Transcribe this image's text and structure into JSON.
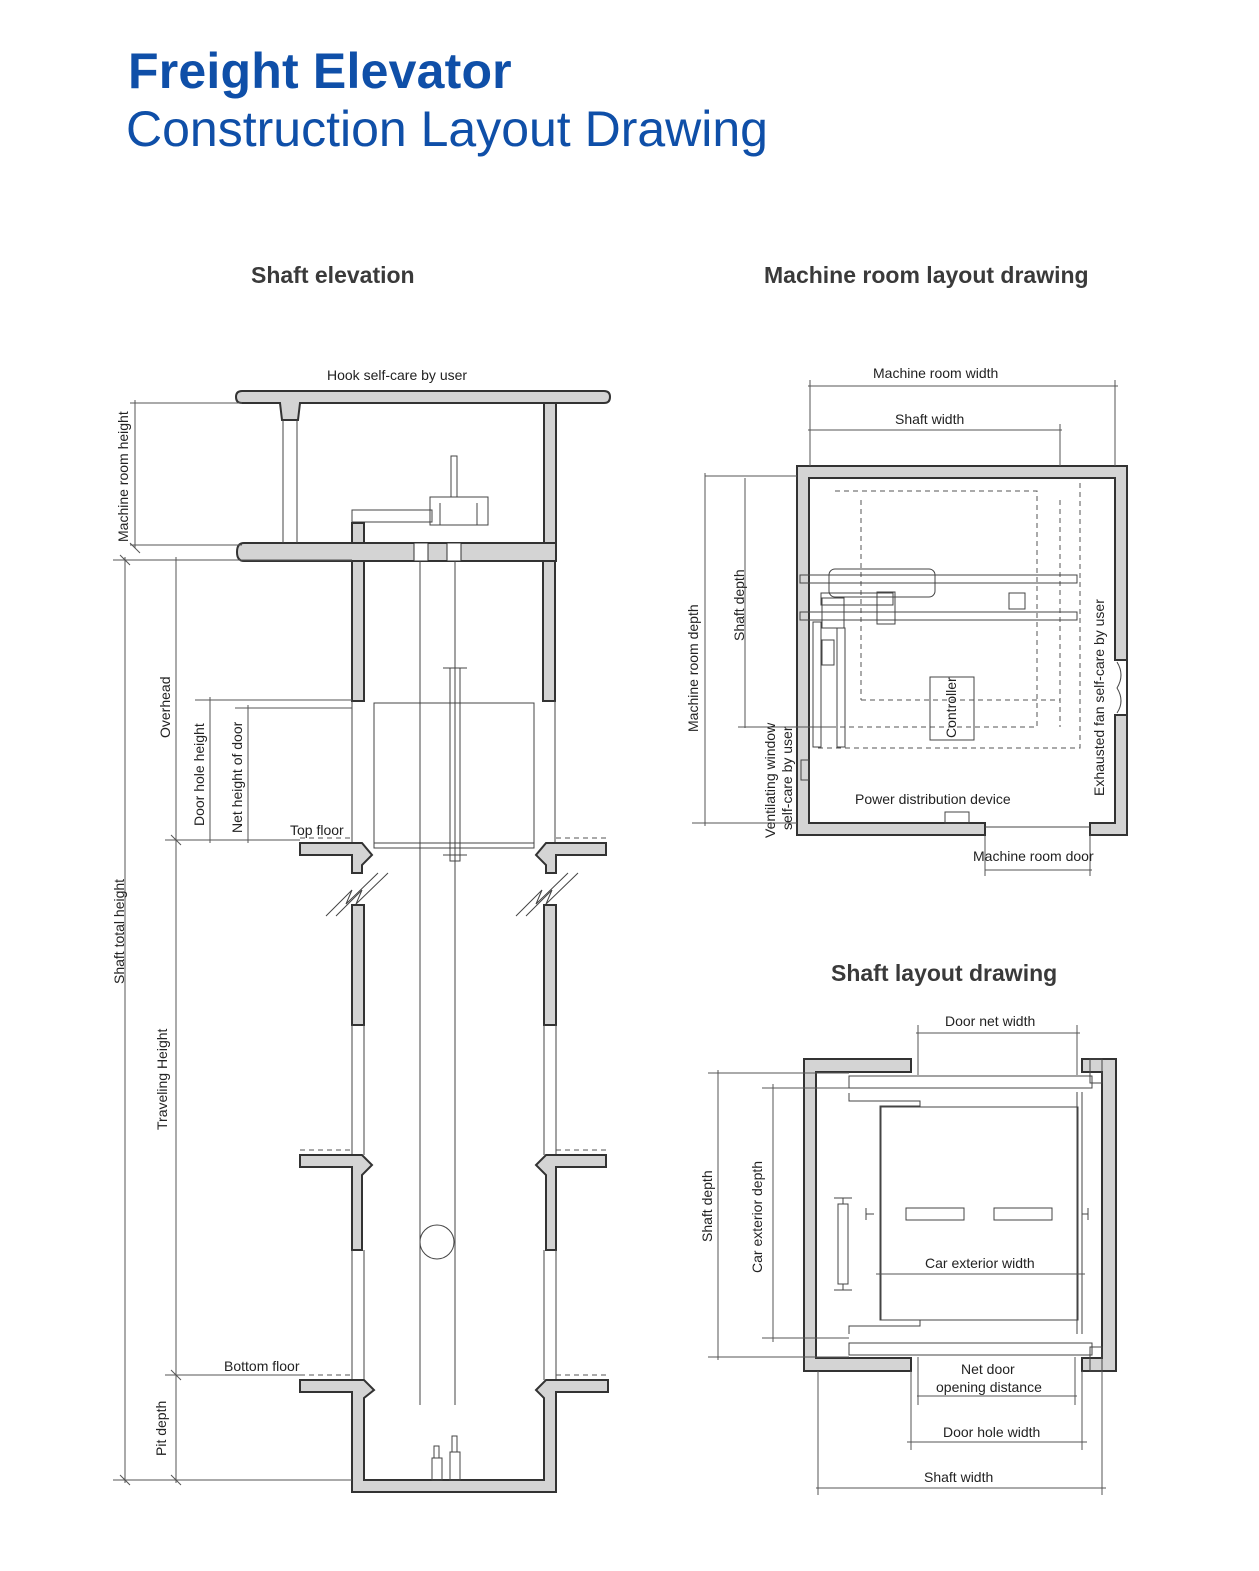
{
  "header": {
    "title": "Freight Elevator",
    "subtitle": "Construction Layout Drawing"
  },
  "colors": {
    "title": "#0f4fa8",
    "wall_fill": "#d4d4d4",
    "line": "#333333"
  },
  "shaft_elevation": {
    "title": "Shaft elevation",
    "labels": {
      "hook": "Hook self-care by user",
      "machine_room_height": "Machine room height",
      "overhead": "Overhead",
      "door_hole_height": "Door hole height",
      "net_height_of_door": "Net height of door",
      "top_floor": "Top floor",
      "shaft_total_height": "Shaft total height",
      "traveling_height": "Traveling Height",
      "bottom_floor": "Bottom floor",
      "pit_depth": "Pit depth"
    }
  },
  "machine_room": {
    "title": "Machine room layout drawing",
    "labels": {
      "machine_room_width": "Machine room width",
      "shaft_width": "Shaft width",
      "machine_room_depth": "Machine room depth",
      "shaft_depth": "Shaft depth",
      "ventilating_window_1": "Ventilating window",
      "ventilating_window_2": "self-care by user",
      "controller": "Controller",
      "power_distribution_device": "Power distribution device",
      "exhausted_fan": "Exhausted fan self-care by user",
      "machine_room_door": "Machine room door"
    }
  },
  "shaft_layout": {
    "title": "Shaft layout drawing",
    "labels": {
      "door_net_width": "Door net width",
      "shaft_depth": "Shaft depth",
      "car_exterior_depth": "Car exterior depth",
      "car_exterior_width": "Car exterior width",
      "net_door_opening_1": "Net door",
      "net_door_opening_2": "opening distance",
      "door_hole_width": "Door hole width",
      "shaft_width": "Shaft width"
    }
  }
}
